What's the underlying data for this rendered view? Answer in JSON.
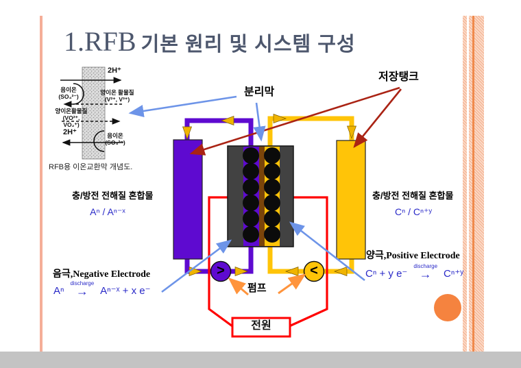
{
  "colors": {
    "title_text": "#4D576D",
    "negative_purple": "#5E0AD0",
    "positive_gold": "#FFC408",
    "electrode_gray": "#424242",
    "separator_brown": "#7A440A",
    "circuit_red": "#FF0000",
    "pointer_blue": "#6D94E8",
    "pointer_dark_red": "#AA2314",
    "pointer_orange": "#FF943C",
    "pipe_arrow_gold": "#F0B400",
    "formula_blue": "#2A2AC8",
    "accent_circle_orange": "#F5833F",
    "side_accent_salmon": "#F5AE98",
    "footer_gray": "#C3C3C3"
  },
  "title": {
    "prefix": "1.RFB",
    "text": "기본 원리 및 시스템 구성"
  },
  "membrane_figure": {
    "proton_top": "2H⁺",
    "proton_bottom": "2H⁺",
    "anion_top": [
      "음이온",
      "(SO₄²⁻)"
    ],
    "cation_active_right": [
      "양이온 활물질",
      "(V²⁺, V³⁺)"
    ],
    "cation_active_left": [
      "양이온활물질",
      "(VO²⁺, VO₂⁺)"
    ],
    "anion_bottom": [
      "음이온",
      "(SO₄²⁻)"
    ],
    "caption": "RFB용 이온교환막 개념도."
  },
  "system_figure": {
    "separator_label": "분리막",
    "storage_tank_label": "저장탱크",
    "pump_label": "펌프",
    "power_label": "전원",
    "pump_left_symbol": ">",
    "pump_right_symbol": "<",
    "negative": {
      "electrolyte_label": "충/방전 전해질 혼합물",
      "species": "Aⁿ / Aⁿ⁻ˣ",
      "electrode_label": "음극,Negative Electrode",
      "reaction_lhs": "Aⁿ",
      "reaction_condition": "discharge",
      "reaction_arrow": "→",
      "reaction_rhs": "Aⁿ⁻ˣ + x e⁻"
    },
    "positive": {
      "electrolyte_label": "충/방전 전해질 혼합물",
      "species": "Cⁿ / Cⁿ⁺ʸ",
      "electrode_label": "양극,Positive Electrode",
      "reaction_lhs": "Cⁿ + y e⁻",
      "reaction_condition": "discharge",
      "reaction_arrow": "→",
      "reaction_rhs": "Cⁿ⁺ʸ"
    }
  }
}
